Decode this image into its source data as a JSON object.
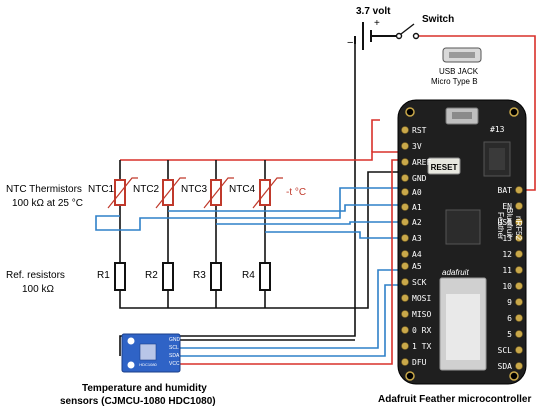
{
  "battery": {
    "voltage": "3.7 volt"
  },
  "switch": {
    "label": "Switch"
  },
  "usb": {
    "line1": "USB JACK",
    "line2": "Micro Type B"
  },
  "ntc": {
    "title_line1": "NTC Thermistors",
    "title_line2": "100 kΩ at 25 °C",
    "labels": [
      "NTC1",
      "NTC2",
      "NTC3",
      "NTC4"
    ],
    "temp_symbol": "-t °C"
  },
  "resistors": {
    "title_line1": "Ref. resistors",
    "title_line2": "100 kΩ",
    "labels": [
      "R1",
      "R2",
      "R3",
      "R4"
    ]
  },
  "sensor": {
    "caption_line1": "Temperature and humidity",
    "caption_line2": "sensors  (CJMCU-1080 HDC1080)",
    "pins": [
      "GND",
      "SCL",
      "SDA",
      "VCC"
    ],
    "chip_text": "HDC1080"
  },
  "board": {
    "caption": "Adafruit Feather microcontroller",
    "reset": "RESET",
    "left_pins": [
      "RST",
      "3V",
      "AREF",
      "GND",
      "A0",
      "A1",
      "A2",
      "A3",
      "A4",
      "A5",
      "SCK",
      "MOSI",
      "MISO",
      "0 RX",
      "1 TX",
      "DFU"
    ],
    "right_pins": [
      "BAT",
      "EN",
      "USB",
      "13",
      "12",
      "11",
      "10",
      "9",
      "6",
      "5",
      "SCL",
      "SDA"
    ],
    "pin13": "#13",
    "brand": "adafruit",
    "model_line1": "Feather",
    "model_line2": "Bluefruit",
    "model_line3": "nRF52"
  },
  "colors": {
    "wire_red": "#d9302a",
    "wire_black": "#111111",
    "wire_blue": "#2f80c8",
    "board": "#1f1f1f",
    "sensor_board": "#2f63c6",
    "resistor_ntc_outline": "#c0392b"
  }
}
